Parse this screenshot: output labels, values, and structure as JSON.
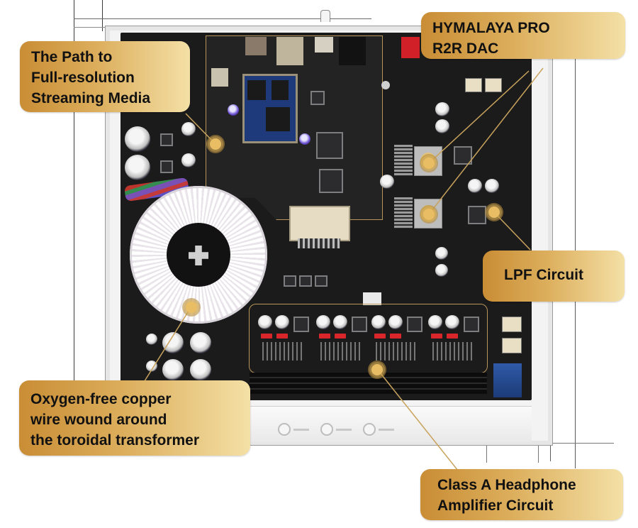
{
  "image": {
    "subject": "Internal view of an audio DAC / headphone amplifier with labeled component callouts",
    "accent_color": "#dcae5c",
    "callout_text_color": "#111111",
    "board_color": "#1b1b1c"
  },
  "callouts": [
    {
      "id": "streaming",
      "lines": [
        "The Path to",
        "Full-resolution",
        "Streaming Media"
      ]
    },
    {
      "id": "dac",
      "lines": [
        "HYMALAYA PRO",
        "R2R DAC"
      ]
    },
    {
      "id": "lpf",
      "lines": [
        "LPF Circuit"
      ]
    },
    {
      "id": "transformer",
      "lines": [
        "Oxygen-free copper",
        "wire wound around",
        "the toroidal transformer"
      ]
    },
    {
      "id": "headphone-amp",
      "lines": [
        "Class A Headphone",
        "Amplifier Circuit"
      ]
    }
  ],
  "front_panel": {
    "knobs": [
      "knob-1",
      "knob-2",
      "knob-3"
    ]
  },
  "icons": {
    "marker": "gold-dot-marker"
  }
}
